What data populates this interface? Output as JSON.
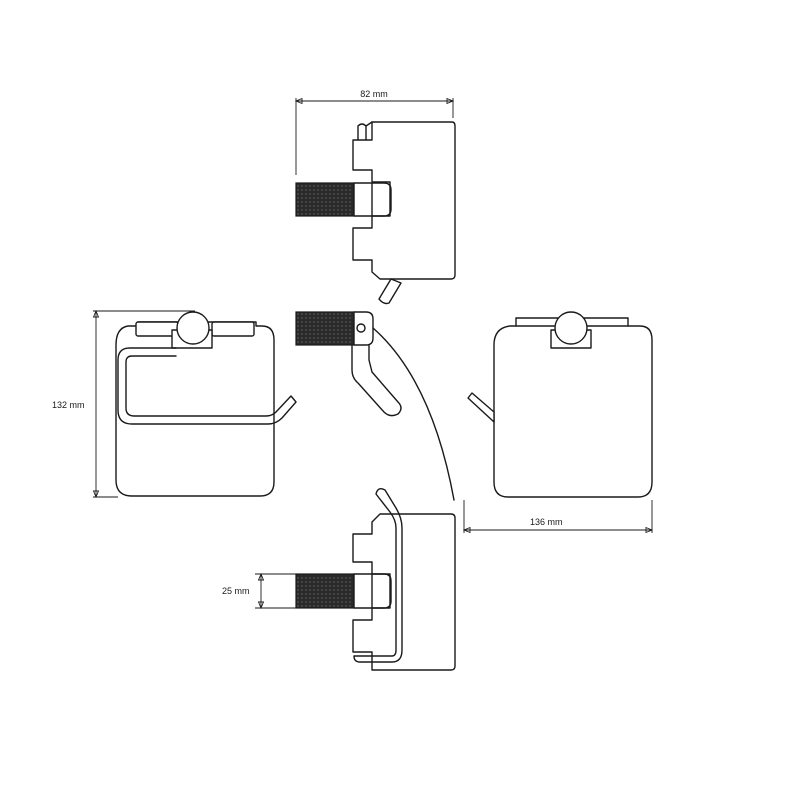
{
  "dimensions": {
    "depth_label": "82 mm",
    "height_label": "132 mm",
    "width_label": "136 mm",
    "roll_diameter_label": "25 mm"
  },
  "colors": {
    "line": "#1a1a1a",
    "background": "#ffffff",
    "knurl": "#2a2a2a"
  }
}
